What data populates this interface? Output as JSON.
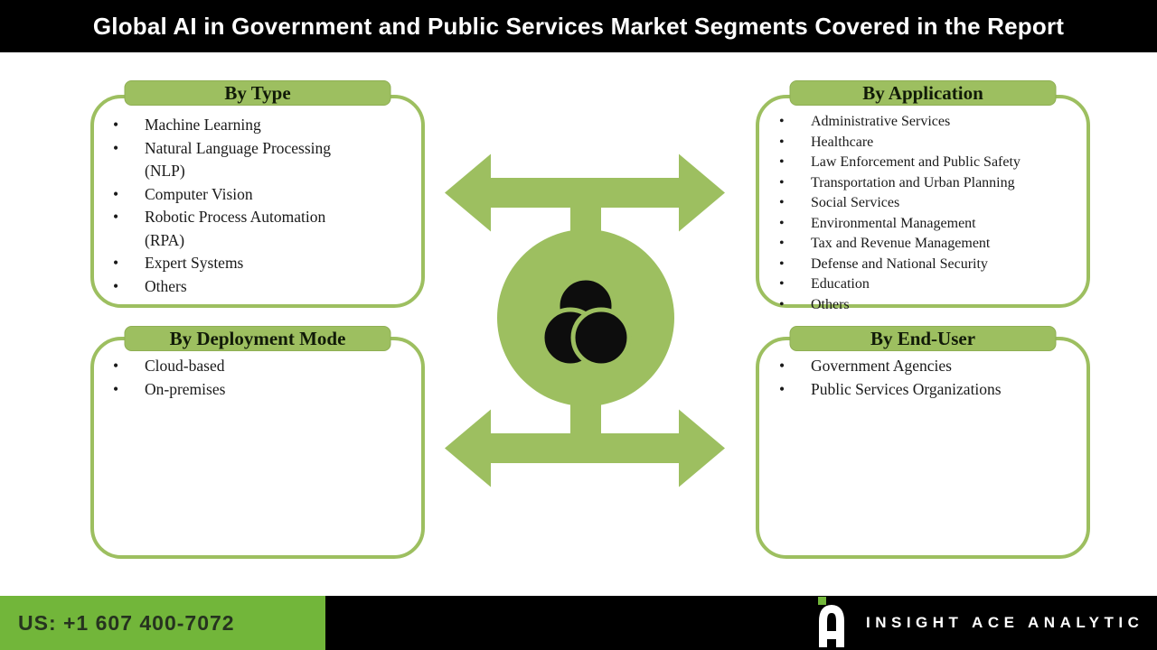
{
  "title": "Global AI in Government and Public Services Market Segments Covered in the Report",
  "colors": {
    "diagram_green": "#9DBF60",
    "footer_green": "#72B63A",
    "title_bar_bg": "#000000",
    "title_text": "#FFFFFF",
    "body_text": "#1A1A1A"
  },
  "segments": [
    {
      "title": "By Type",
      "items": [
        "Machine Learning",
        "Natural Language Processing (NLP)",
        "Computer Vision",
        "Robotic Process Automation (RPA)",
        "Expert Systems",
        "Others"
      ]
    },
    {
      "title": "By Application",
      "items": [
        "Administrative Services",
        "Healthcare",
        "Law Enforcement and Public Safety",
        "Transportation and Urban Planning",
        "Social Services",
        "Environmental Management",
        "Tax and Revenue Management",
        "Defense and National Security",
        "Education",
        "Others"
      ]
    },
    {
      "title": "By Deployment Mode",
      "items": [
        "Cloud-based",
        "On-premises"
      ]
    },
    {
      "title": "By End-User",
      "items": [
        "Government Agencies",
        "Public Services Organizations"
      ]
    }
  ],
  "center": {
    "icon": "venn-diagram-icon"
  },
  "footer": {
    "phone": "US: +1 607 400-7072",
    "brand": "INSIGHT ACE ANALYTIC"
  }
}
